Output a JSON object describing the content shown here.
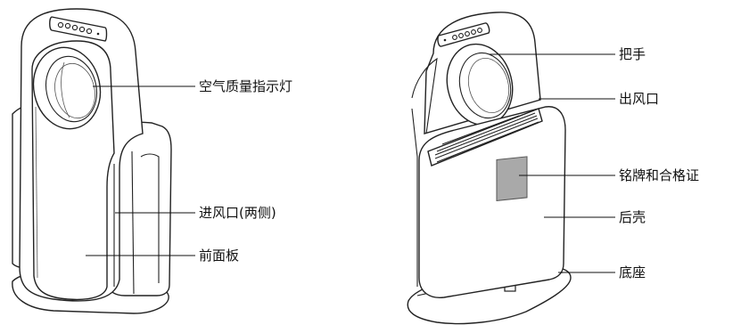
{
  "front_view": {
    "labels": {
      "air_quality_light": "空气质量指示灯",
      "air_inlet": "进风口(两侧)",
      "front_panel": "前面板"
    }
  },
  "rear_view": {
    "labels": {
      "handle": "把手",
      "air_outlet": "出风口",
      "nameplate": "铭牌和合格证",
      "rear_shell": "后壳",
      "base": "底座"
    }
  }
}
